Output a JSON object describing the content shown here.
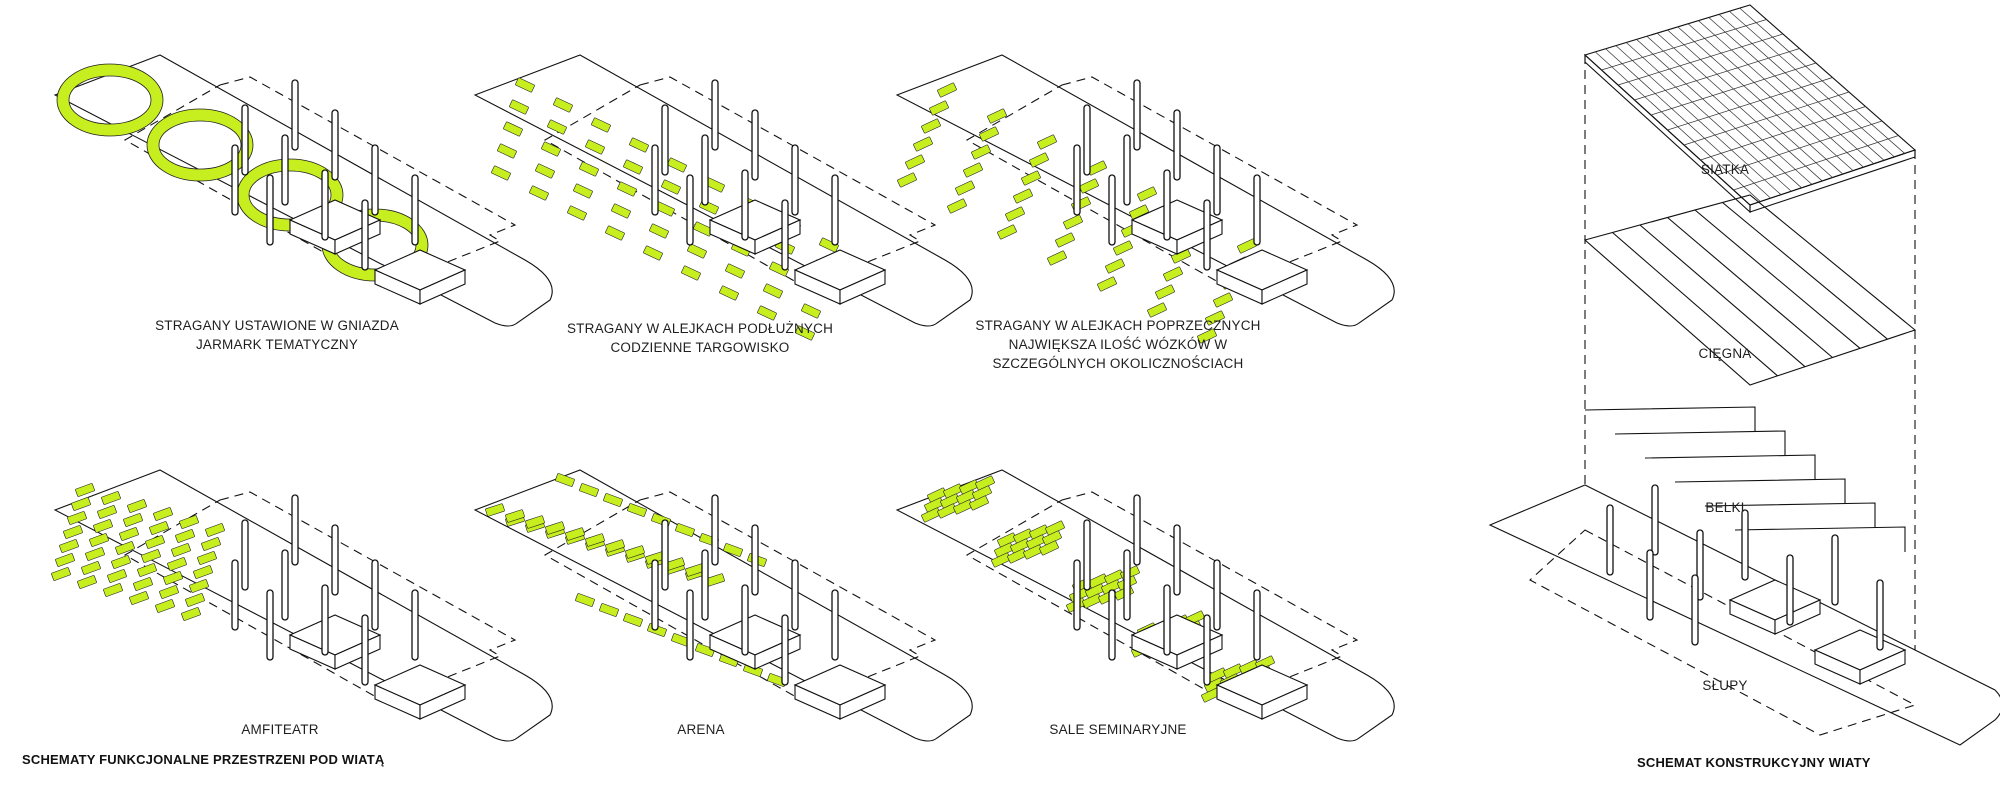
{
  "schemes": [
    {
      "id": "nests",
      "lines": [
        "STRAGANY USTAWIONE W GNIAZDA",
        "JARMARK TEMATYCZNY"
      ]
    },
    {
      "id": "longitudinal",
      "lines": [
        "STRAGANY W ALEJKACH PODŁUŻNYCH",
        "CODZIENNE TARGOWISKO"
      ]
    },
    {
      "id": "transverse",
      "lines": [
        "STRAGANY W ALEJKACH POPRZECZNYCH",
        "NAJWIĘKSZA ILOŚĆ WÓZKÓW W",
        "SZCZEGÓLNYCH OKOLICZNOŚCIACH"
      ]
    },
    {
      "id": "amphitheatre",
      "lines": [
        "AMFITEATR"
      ]
    },
    {
      "id": "arena",
      "lines": [
        "ARENA"
      ]
    },
    {
      "id": "seminar",
      "lines": [
        "SALE SEMINARYJNE"
      ]
    }
  ],
  "structure_layers": [
    "SIATKA",
    "CIĘGNA",
    "BELKI",
    "SŁUPY"
  ],
  "titles": {
    "functional": "SCHEMATY FUNKCJONALNE PRZESTRZENI POD WIATĄ",
    "structural": "SCHEMAT KONSTRUKCYJNY WIATY"
  },
  "colors": {
    "accent": "#c7ee1e",
    "line": "#111111",
    "background": "#ffffff"
  }
}
